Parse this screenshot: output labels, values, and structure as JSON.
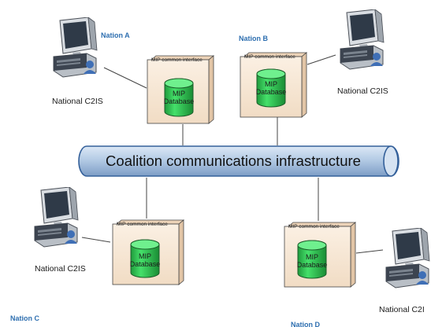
{
  "backbone": {
    "label": "Coalition communications infrastructure"
  },
  "nations": [
    {
      "id": "a",
      "name": "Nation A",
      "system": "National C2IS",
      "interface": "MIP common interface",
      "database": [
        "MIP",
        "Database"
      ]
    },
    {
      "id": "b",
      "name": "Nation B",
      "system": "National C2IS",
      "interface": "MIP common interface",
      "database": [
        "MIP",
        "Database"
      ]
    },
    {
      "id": "c",
      "name": "Nation C",
      "system": "National C2IS",
      "interface": "MIP common interface",
      "database": [
        "MIP",
        "Database"
      ]
    },
    {
      "id": "d",
      "name": "Nation D",
      "system": "National C2I",
      "interface": "MIP common interface",
      "database": [
        "MIP",
        "Database"
      ]
    }
  ],
  "colors": {
    "nation_label": "#2e6fb0",
    "box_fill": "#f7e7d3",
    "db_fill": "#2ecc52",
    "bus_fill": "#bcd2ea",
    "bus_stroke": "#34609a",
    "lines": "#444444"
  },
  "icons": {
    "computer": "computer-workstation-icon",
    "database": "database-cylinder-icon"
  }
}
